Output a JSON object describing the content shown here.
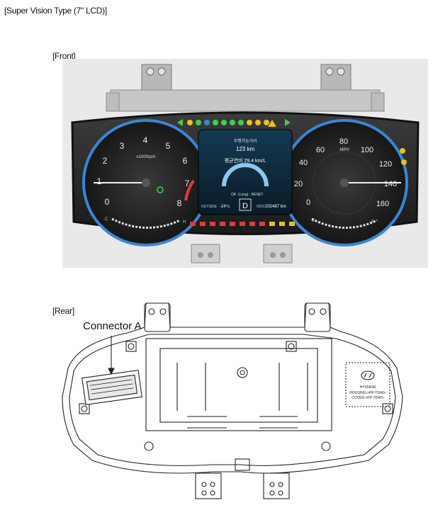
{
  "page": {
    "heading": "[Super Vision Type (7\" LCD)]",
    "front_label": "[Front]",
    "rear_label": "[Rear]",
    "connector_label": "Connector A"
  },
  "cluster": {
    "tacho_unit": "x1000rpm",
    "tacho_ticks": [
      "0",
      "1",
      "2",
      "3",
      "4",
      "5",
      "6",
      "7",
      "8"
    ],
    "speedo_unit": "MPH",
    "speedo_ticks": [
      "0",
      "20",
      "40",
      "60",
      "80",
      "100",
      "120",
      "140",
      "160"
    ],
    "lcd_line1": "주행가능거리",
    "lcd_line2": "123 km",
    "lcd_line3": "평균연비 29.4 km/L",
    "lcd_ok": "OK",
    "lcd_reset": "(Long) : RESET",
    "lcd_gear": "D",
    "lcd_outside": "OUTSIDE",
    "lcd_temp": "-24°c",
    "lcd_odo_label": "ODO",
    "lcd_odo": "202487 km",
    "temp_c": "C",
    "temp_h": "H",
    "fuel_e": "E",
    "fuel_f": "F"
  },
  "rear": {
    "logo_text": "HYUNDAI",
    "housing_text": "HOUSING:>PP-TD40<",
    "cover_text": "COVER:>PP-TD40<"
  },
  "colors": {
    "gauge_ring": "#3a86d8",
    "cluster_body": "#2b2b2b",
    "lcd_bg": "#0f2a3c",
    "indicator_green": "#3fd14a",
    "indicator_red": "#e23b3b",
    "indicator_yellow": "#e8c21b"
  }
}
